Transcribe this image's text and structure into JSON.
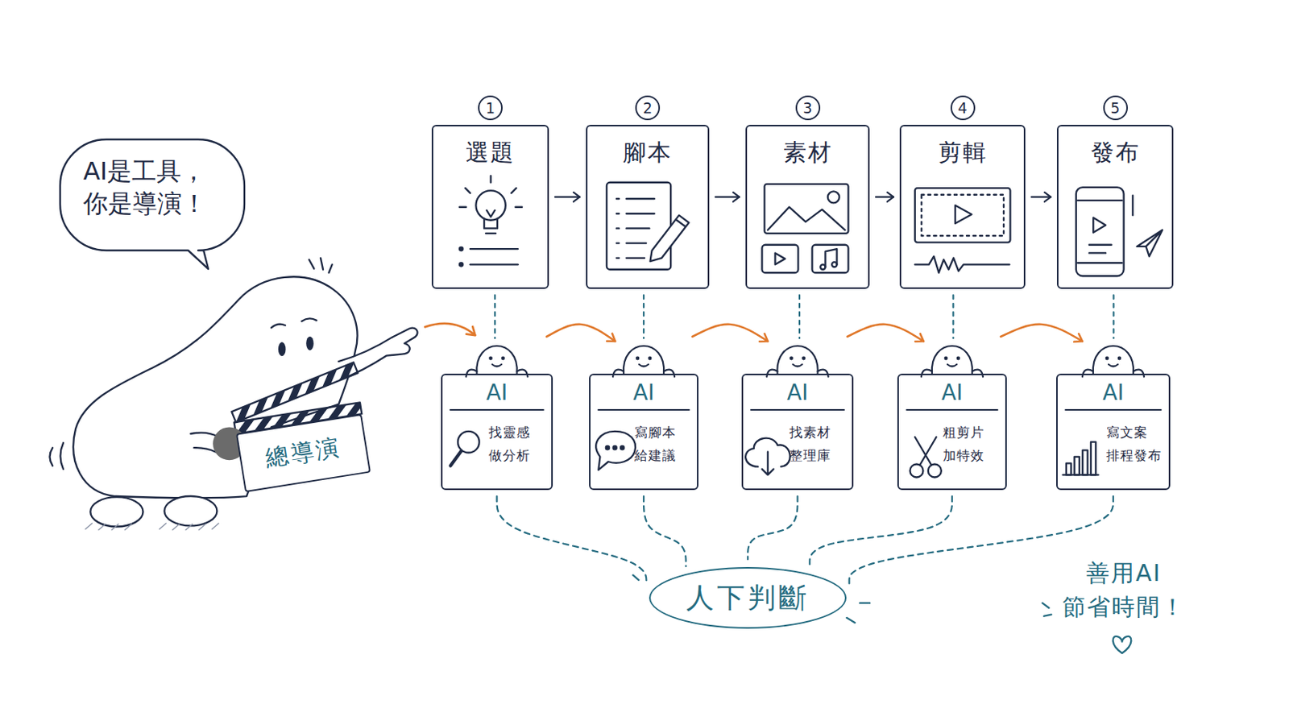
{
  "diagram": {
    "nodes": [
      {
        "text": [
          "AI是工具， 你是導演！"
        ]
      },
      {
        "text": [
          "總導演"
        ]
      },
      {
        "text": [
          "1",
          "選題"
        ]
      },
      {
        "text": [
          "2",
          "腳本"
        ]
      },
      {
        "text": [
          "3",
          "素材"
        ]
      },
      {
        "text": [
          "4",
          "剪輯"
        ]
      },
      {
        "text": [
          "5",
          "發布"
        ]
      },
      {
        "text": [
          "AI",
          "找靈感 做分析"
        ]
      },
      {
        "text": [
          "AI",
          "寫腳本 給建議"
        ]
      },
      {
        "text": [
          "AI",
          "找素材 整理庫"
        ]
      },
      {
        "text": [
          "AI",
          "粗剪片 加特效"
        ]
      },
      {
        "text": [
          "AI",
          "寫文案 排程發布"
        ]
      },
      {
        "text": [
          "人下判斷"
        ]
      }
    ],
    "edges": [
      {
        "from": 2,
        "to": 3,
        "arrow": "to"
      },
      {
        "from": 3,
        "to": 4,
        "arrow": "to"
      },
      {
        "from": 4,
        "to": 5,
        "arrow": "to"
      },
      {
        "from": 5,
        "to": 6,
        "arrow": "to"
      },
      {
        "from": 2,
        "to": 7,
        "arrow": "none"
      },
      {
        "from": 3,
        "to": 8,
        "arrow": "none"
      },
      {
        "from": 4,
        "to": 9,
        "arrow": "none"
      },
      {
        "from": 5,
        "to": 10,
        "arrow": "none"
      },
      {
        "from": 6,
        "to": 11,
        "arrow": "none"
      },
      {
        "from": 7,
        "to": 8,
        "arrow": "to"
      },
      {
        "from": 8,
        "to": 9,
        "arrow": "to"
      },
      {
        "from": 9,
        "to": 10,
        "arrow": "to"
      },
      {
        "from": 10,
        "to": 11,
        "arrow": "to"
      },
      {
        "from": 7,
        "to": 12,
        "arrow": "none"
      },
      {
        "from": 8,
        "to": 12,
        "arrow": "none"
      },
      {
        "from": 9,
        "to": 12,
        "arrow": "none"
      },
      {
        "from": 10,
        "to": 12,
        "arrow": "none"
      },
      {
        "from": 11,
        "to": 12,
        "arrow": "none"
      }
    ],
    "labels": [
      "善用AI 節省時間！"
    ]
  }
}
